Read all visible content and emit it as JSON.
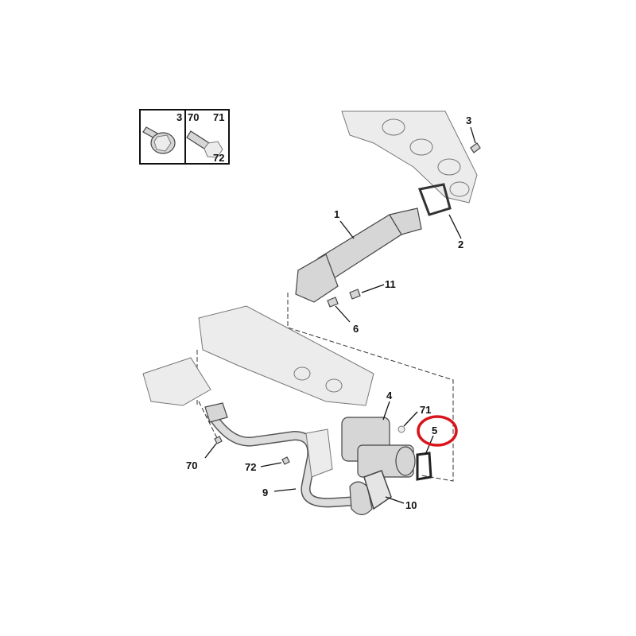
{
  "diagram": {
    "legend": {
      "bolt_a_label": "3",
      "bolt_b_labels": [
        "70",
        "71",
        "72"
      ]
    },
    "callouts": [
      {
        "id": "3",
        "part": "bolt"
      },
      {
        "id": "2",
        "part": "gasket"
      },
      {
        "id": "1",
        "part": "egr-cooler"
      },
      {
        "id": "11",
        "part": "bolt"
      },
      {
        "id": "6",
        "part": "bolt"
      },
      {
        "id": "4",
        "part": "egr-valve"
      },
      {
        "id": "71",
        "part": "nut"
      },
      {
        "id": "5",
        "part": "gasket"
      },
      {
        "id": "70",
        "part": "bolt"
      },
      {
        "id": "72",
        "part": "bolt"
      },
      {
        "id": "9",
        "part": "egr-pipe"
      },
      {
        "id": "10",
        "part": "gasket"
      }
    ],
    "highlight_color": "#d9141b"
  }
}
